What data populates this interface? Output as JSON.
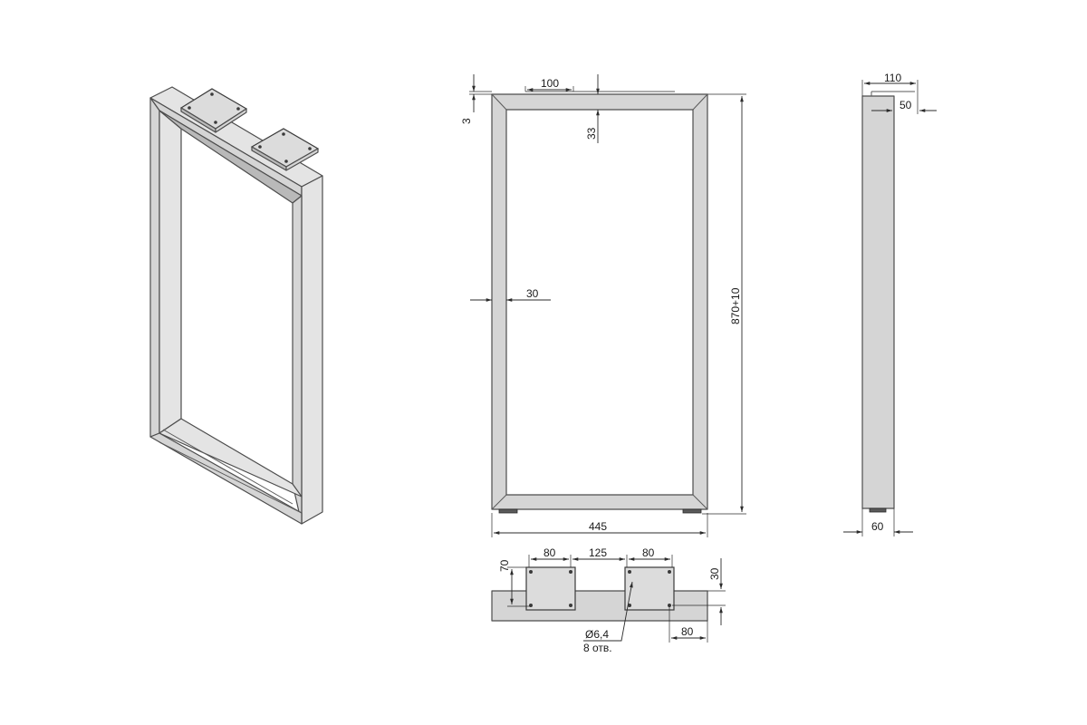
{
  "dimensions": {
    "top_plate_width": "100",
    "wall_thickness": "3",
    "top_tube_height": "33",
    "side_tube_width": "30",
    "height": "870+10",
    "overall_width": "445",
    "side_depth": "110",
    "side_plate_depth": "50",
    "side_tube_depth": "60",
    "plate_width_left": "80",
    "plate_gap": "125",
    "plate_width_right": "80",
    "plate_height": "70",
    "top_view_tube_height": "30",
    "hole_spacing": "80",
    "hole_diameter": "Ø6,4",
    "hole_count": "8 отв."
  }
}
